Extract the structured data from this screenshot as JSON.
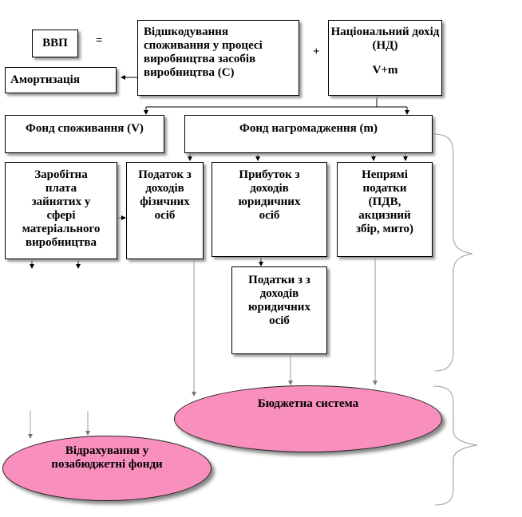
{
  "gdp": {
    "label": "ВВП"
  },
  "operators": {
    "equals": "=",
    "plus": "+"
  },
  "reimbursement": {
    "label": "Відшкодування споживання у процесі виробництва засобів виробництва (С)"
  },
  "national_income": {
    "label": "Національний дохід (НД)",
    "formula": "V+m"
  },
  "depreciation": {
    "label": "Амортизація"
  },
  "consumption_fund": {
    "label": "Фонд споживання (V)"
  },
  "accumulation_fund": {
    "label": "Фонд нагромадження (m)"
  },
  "wages": {
    "label": "Заробітна плата зайнятих у сфері матеріального виробництва"
  },
  "personal_income_tax": {
    "label": "Податок з доходів фізичних осіб"
  },
  "profit": {
    "label": "Прибуток з доходів юридичних осіб"
  },
  "indirect_taxes": {
    "label": "Непрямі податки (ПДВ, акцизний збір, мито)"
  },
  "corporate_taxes": {
    "label": "Податки з з доходів юридичних осіб"
  },
  "budget_system": {
    "label": "Бюджетна система"
  },
  "extra_budget_funds": {
    "label": "Відрахування  у позабюджетні фонди"
  },
  "colors": {
    "ellipse_fill": "#f98fbd",
    "shadow": "#9a9a9a"
  }
}
